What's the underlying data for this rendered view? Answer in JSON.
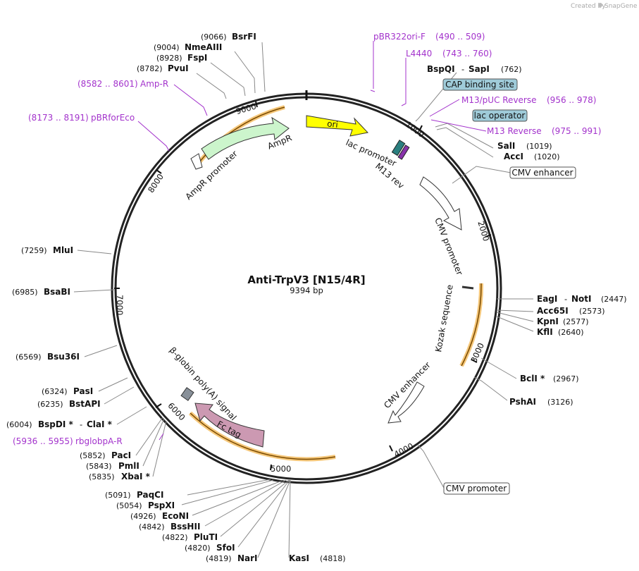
{
  "brand": {
    "created_by": "Created by",
    "app": "SnapGene"
  },
  "plasmid": {
    "name": "Anti-TrpV3 [N15/4R]",
    "size_label": "9394 bp"
  },
  "ticks": [
    {
      "label": "1000"
    },
    {
      "label": "2000"
    },
    {
      "label": "3000"
    },
    {
      "label": "4000"
    },
    {
      "label": "5000"
    },
    {
      "label": "6000"
    },
    {
      "label": "7000"
    },
    {
      "label": "8000"
    },
    {
      "label": "9000"
    }
  ],
  "sites": [
    {
      "name": "BsrFI",
      "pos": "(9066)"
    },
    {
      "name": "NmeAIII",
      "pos": "(9004)"
    },
    {
      "name": "FspI",
      "pos": "(8928)"
    },
    {
      "name": "PvuI",
      "pos": "(8782)"
    },
    {
      "name": "BspQI",
      "sep": "-",
      "name2": "SapI",
      "pos": "(762)"
    },
    {
      "name": "SalI",
      "pos": "(1019)"
    },
    {
      "name": "AccI",
      "pos": "(1020)"
    },
    {
      "name": "EagI",
      "sep": "-",
      "name2": "NotI",
      "pos": "(2447)"
    },
    {
      "name": "Acc65I",
      "pos": "(2573)"
    },
    {
      "name": "KpnI",
      "pos": "(2577)"
    },
    {
      "name": "KflI",
      "pos": "(2640)"
    },
    {
      "name": "BclI *",
      "pos": "(2967)"
    },
    {
      "name": "PshAI",
      "pos": "(3126)"
    },
    {
      "name": "MluI",
      "pos": "(7259)"
    },
    {
      "name": "BsaBI",
      "pos": "(6985)"
    },
    {
      "name": "Bsu36I",
      "pos": "(6569)"
    },
    {
      "name": "PasI",
      "pos": "(6324)"
    },
    {
      "name": "BstAPI",
      "pos": "(6235)"
    },
    {
      "name": "BspDI *",
      "sep": "-",
      "name2": "ClaI *",
      "pos": "(6004)"
    },
    {
      "name": "PacI",
      "pos": "(5852)"
    },
    {
      "name": "PmlI",
      "pos": "(5843)"
    },
    {
      "name": "XbaI *",
      "pos": "(5835)"
    },
    {
      "name": "PaqCI",
      "pos": "(5091)"
    },
    {
      "name": "PspXI",
      "pos": "(5054)"
    },
    {
      "name": "EcoNI",
      "pos": "(4926)"
    },
    {
      "name": "BssHII",
      "pos": "(4842)"
    },
    {
      "name": "PluTI",
      "pos": "(4822)"
    },
    {
      "name": "SfoI",
      "pos": "(4820)"
    },
    {
      "name": "NarI",
      "pos": "(4819)"
    },
    {
      "name": "KasI",
      "pos": "(4818)"
    }
  ],
  "primers": [
    {
      "name": "pBR322ori-F",
      "range": "(490 .. 509)"
    },
    {
      "name": "L4440",
      "range": "(743 .. 760)"
    },
    {
      "name": "M13/pUC Reverse",
      "range": "(956 .. 978)"
    },
    {
      "name": "M13 Reverse",
      "range": "(975 .. 991)"
    },
    {
      "name": "Amp-R",
      "range": "(8582 .. 8601)"
    },
    {
      "name": "pBRforEco",
      "range": "(8173 .. 8191)"
    },
    {
      "name": "rbglobpA-R",
      "range": "(5936 .. 5955)"
    }
  ],
  "boxed_features": [
    {
      "label": "CAP binding site",
      "color": "#9fcbd9"
    },
    {
      "label": "lac operator",
      "color": "#9fcbd9"
    },
    {
      "label": "CMV enhancer",
      "color": "#ffffff"
    },
    {
      "label": "CMV promoter",
      "color": "#ffffff"
    }
  ],
  "features": {
    "ori": "ori",
    "lac_promoter": "lac promoter",
    "m13_rev": "M13 rev",
    "ampr": "AmpR",
    "ampr_promoter": "AmpR promoter",
    "cmv_promoter": "CMV promoter",
    "kozak": "Kozak sequence",
    "cmv_enhancer": "CMV enhancer",
    "fc_tag": "Fc tag",
    "bglobin": "β-globin poly(A) signal"
  },
  "colors": {
    "ori": "#ffff00",
    "ampr": "#ccf5cc",
    "fc_tag": "#cc99b2",
    "primer": "#a333cc",
    "orf_highlight": "#f5c77a",
    "cap_box": "#9fcbd9"
  }
}
